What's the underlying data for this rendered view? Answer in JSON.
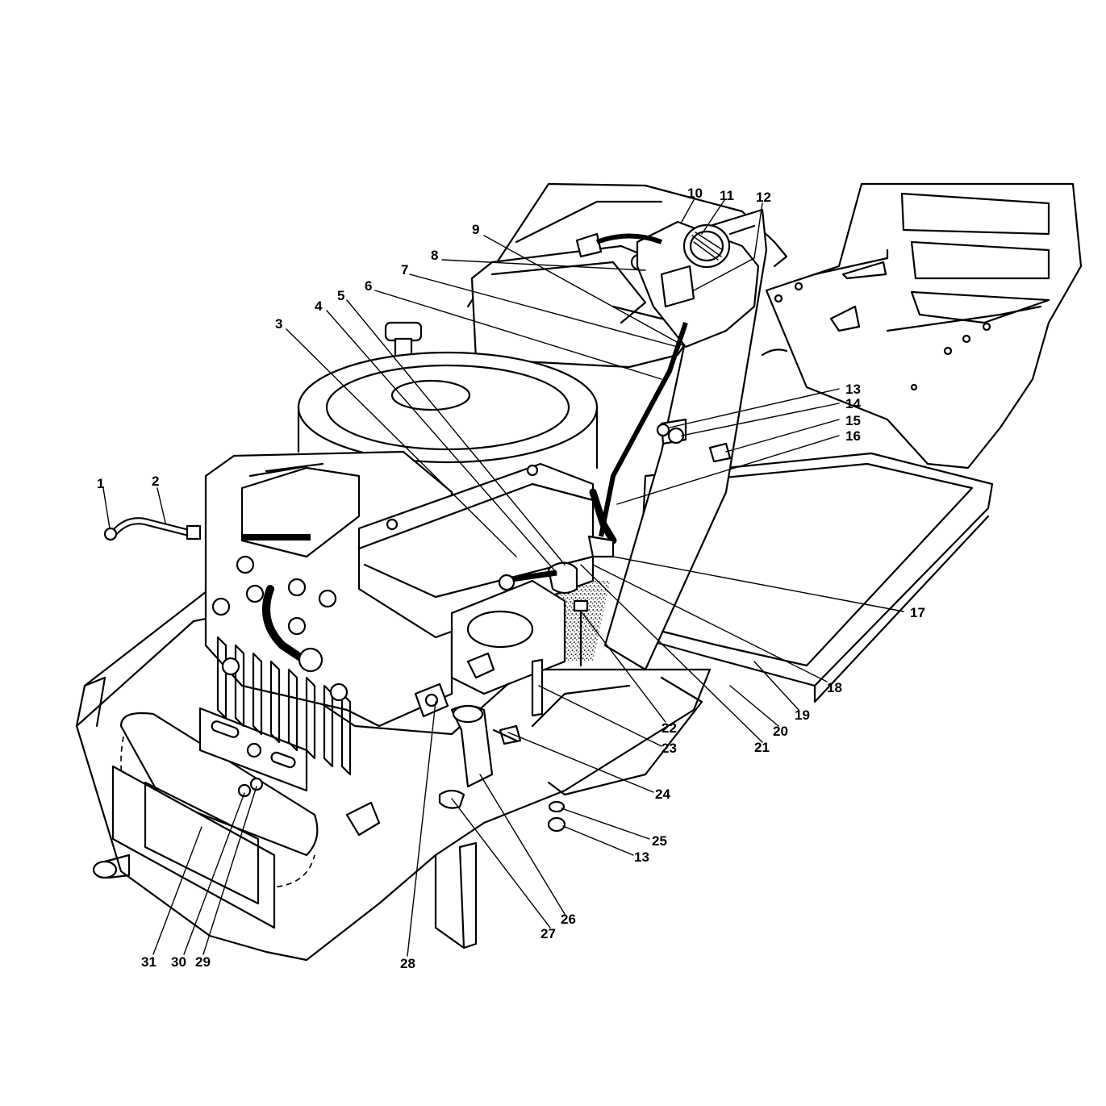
{
  "diagram": {
    "callouts": [
      "1",
      "2",
      "3",
      "4",
      "5",
      "6",
      "7",
      "8",
      "9",
      "10",
      "11",
      "12",
      "13",
      "14",
      "15",
      "16",
      "17",
      "18",
      "19",
      "20",
      "21",
      "22",
      "23",
      "24",
      "25",
      "13",
      "26",
      "27",
      "28",
      "29",
      "30",
      "31"
    ]
  }
}
